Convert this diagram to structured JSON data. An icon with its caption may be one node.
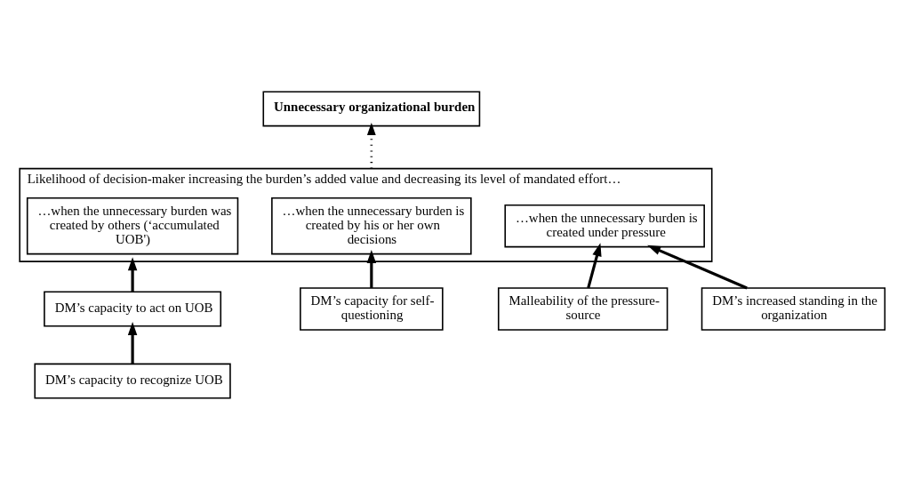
{
  "diagram": {
    "nodes": [
      {
        "text": [
          "Unnecessary organizational burden"
        ]
      },
      {
        "text": [
          "Likelihood of decision-maker increasing the burden’s added value and decreasing its level of mandated effort…"
        ]
      },
      {
        "text": [
          "…when the unnecessary burden was created by others (‘accumulated UOB')"
        ],
        "in": 1
      },
      {
        "text": [
          "…when the unnecessary burden is created by his or her own decisions"
        ],
        "in": 1
      },
      {
        "text": [
          "…when the unnecessary burden is created under pressure"
        ],
        "in": 1
      },
      {
        "text": [
          "DM’s capacity to act on UOB"
        ]
      },
      {
        "text": [
          "DM’s capacity to recognize UOB"
        ]
      },
      {
        "text": [
          "DM’s capacity for self-questioning"
        ]
      },
      {
        "text": [
          "Malleability of the pressure-source"
        ]
      },
      {
        "text": [
          "DM’s increased standing in the organization"
        ]
      }
    ],
    "edges": [
      {
        "from": 1,
        "to": 0,
        "arrow": "to",
        "style": "dashed"
      },
      {
        "from": 5,
        "to": 1,
        "arrow": "to"
      },
      {
        "from": 6,
        "to": 5,
        "arrow": "to"
      },
      {
        "from": 7,
        "to": 3,
        "arrow": "to"
      },
      {
        "from": 8,
        "to": 4,
        "arrow": "to"
      },
      {
        "from": 9,
        "to": 4,
        "arrow": "to"
      }
    ]
  }
}
